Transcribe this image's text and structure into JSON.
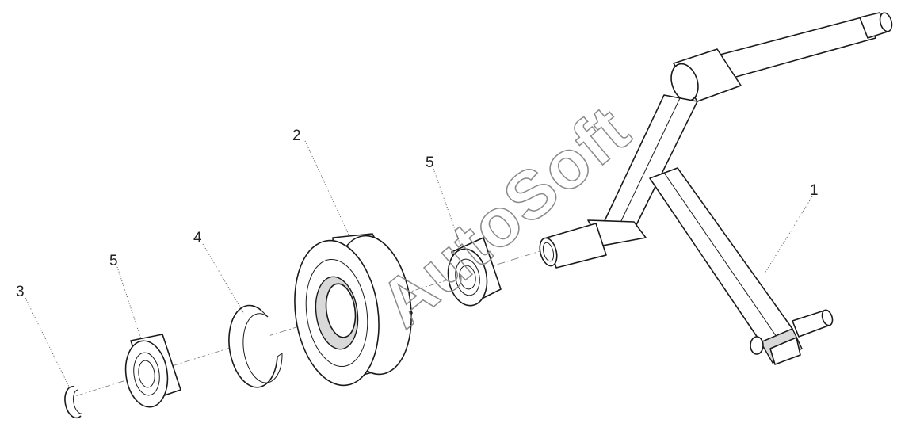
{
  "watermark": "AutoSoft",
  "callouts": {
    "part_1": "1",
    "part_2": "2",
    "part_3": "3",
    "part_4": "4",
    "part_5_left": "5",
    "part_5_right": "5"
  }
}
